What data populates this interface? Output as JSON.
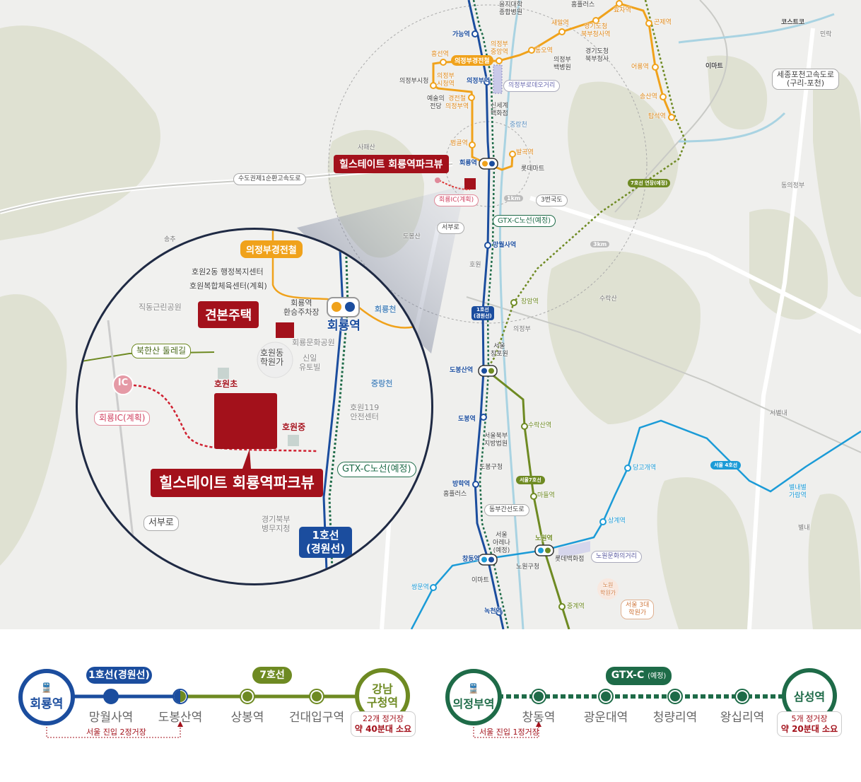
{
  "colors": {
    "line1": "#1b4d9e",
    "line7": "#6e8a22",
    "gtx": "#1e6b48",
    "lrt": "#f0a21b",
    "line4": "#1b9bd7",
    "brand": "#a3111b"
  },
  "map": {
    "line1_stations": [
      "가능역",
      "의정부역",
      "회룡역",
      "망월사역",
      "도봉산역",
      "도봉역",
      "방학역",
      "창동역",
      "녹천역"
    ],
    "lrt_stations": [
      "흥선역",
      "의정부\n중앙역",
      "동오역",
      "새말역",
      "경기도청\n북부청사역",
      "효자역",
      "곤제역",
      "어룡역",
      "송산역",
      "탑석역",
      "의정부\n시청역",
      "경전철\n의정부역",
      "범골역",
      "발곡역"
    ],
    "line7_stations": [
      "장암역",
      "수락산역",
      "마들역",
      "노원역",
      "중계역"
    ],
    "line4_stations": [
      "당고개역",
      "상계역",
      "쌍문역",
      "별내별\n가람역"
    ],
    "places": [
      "을지대학\n종합병원",
      "홈플러스",
      "코스트코",
      "이마트",
      "의정부\n백병원",
      "경기도청\n북부청사",
      "의정부시청",
      "예술의\n전당",
      "신세계\n백화점",
      "롯데마트",
      "서울\n창포원",
      "서울북부\n지방법원",
      "도봉구청",
      "홈플러스",
      "서울\n아레나\n(예정)",
      "롯데백화점",
      "노원구청",
      "이마트",
      "노원\n학원가"
    ],
    "ic_labels": [
      "민락",
      "동의정부",
      "송추",
      "호원",
      "의정부",
      "서별내",
      "별내"
    ],
    "mountains": [
      "사패산",
      "도봉산",
      "수락산"
    ],
    "rivers": [
      "중랑천"
    ],
    "roads": [
      "세종포천고속도로\n(구리-포천)",
      "수도권제1순환고속도로",
      "3번국도",
      "서부로",
      "동부간선도로",
      "의정부로데오거리",
      "노원문화의거리",
      "서울 3대\n학원가"
    ],
    "badges": {
      "lrt": "의정부경전철",
      "ext7": "7호선 연장(예정)",
      "line1": "1호선\n(경원선)",
      "line4": "서울 4호선",
      "line7": "서울7호선",
      "gtx": "GTX-C노선(예정)",
      "ic": "회룡IC(계획)",
      "r1": "1km",
      "r3": "3km"
    },
    "site": "힐스테이트 회룡역파크뷰"
  },
  "inset": {
    "lrt": "의정부경전철",
    "places": [
      "호원2동 행정복지센터",
      "호원복합체육센터(계획)",
      "직동근린공원",
      "회룡역\n환승주차장",
      "회룡문화공원",
      "호원동\n학원가",
      "신일\n유토빌",
      "호원119\n안전센터",
      "경기북부\n병무지청"
    ],
    "rivers": [
      "회룡천",
      "중랑천"
    ],
    "station": "회룡역",
    "model_house": "견본주택",
    "trail": "북한산 둘레길",
    "ic": "IC",
    "ic_label": "회룡IC(계획)",
    "schools": [
      "호원초",
      "호원중"
    ],
    "site": "힐스테이트 회룡역파크뷰",
    "gtx": "GTX-C노선(예정)",
    "road": "서부로",
    "line1": "1호선\n(경원선)"
  },
  "route1": {
    "badge_a": "1호선(경원선)",
    "badge_b": "7호선",
    "origin": "회룡역",
    "stops": [
      "망월사역",
      "도봉산역",
      "상봉역",
      "건대입구역"
    ],
    "dest": "강남\n구청역",
    "note": "서울 진입 2정거장",
    "summary": [
      "22개 정거장",
      "약 40분대 소요"
    ]
  },
  "route2": {
    "badge": "GTX-C",
    "badge_sub": "(예정)",
    "origin": "의정부역",
    "stops": [
      "창동역",
      "광운대역",
      "청량리역",
      "왕십리역"
    ],
    "dest": "삼성역",
    "note": "서울 진입 1정거장",
    "summary": [
      "5개 정거장",
      "약 20분대 소요"
    ]
  }
}
